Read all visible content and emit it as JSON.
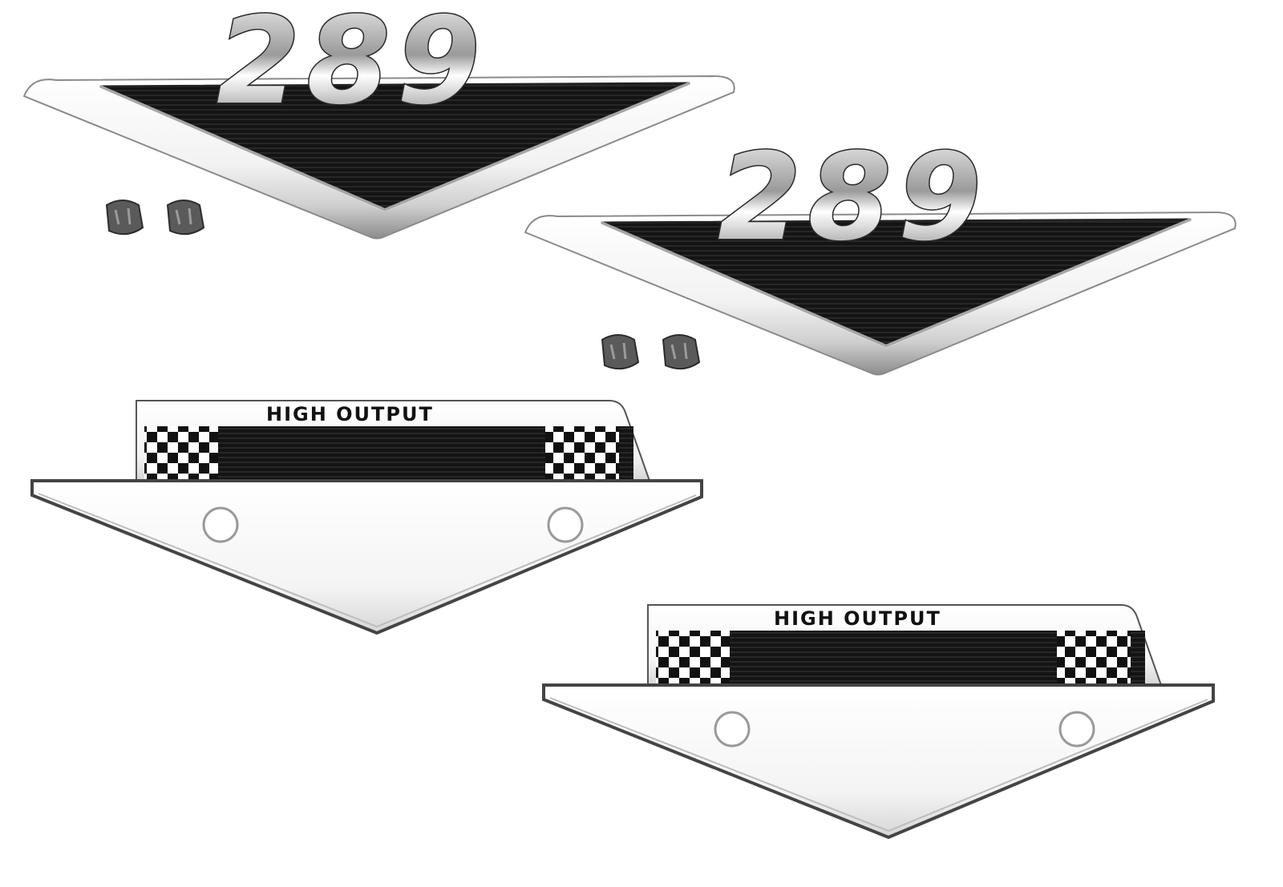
{
  "emblems": {
    "number_badges": [
      {
        "number": "289"
      },
      {
        "number": "289"
      }
    ],
    "high_output_badges": [
      {
        "label": "HIGH OUTPUT"
      },
      {
        "label": "HIGH OUTPUT"
      }
    ],
    "clip_count_per_badge": 2
  },
  "colors": {
    "chrome_light": "#f7f7f7",
    "chrome_mid": "#c9c9c9",
    "chrome_dark": "#6e6e6e",
    "enamel_black": "#141414",
    "clip_gray": "#5a5a5a",
    "background": "#ffffff"
  }
}
